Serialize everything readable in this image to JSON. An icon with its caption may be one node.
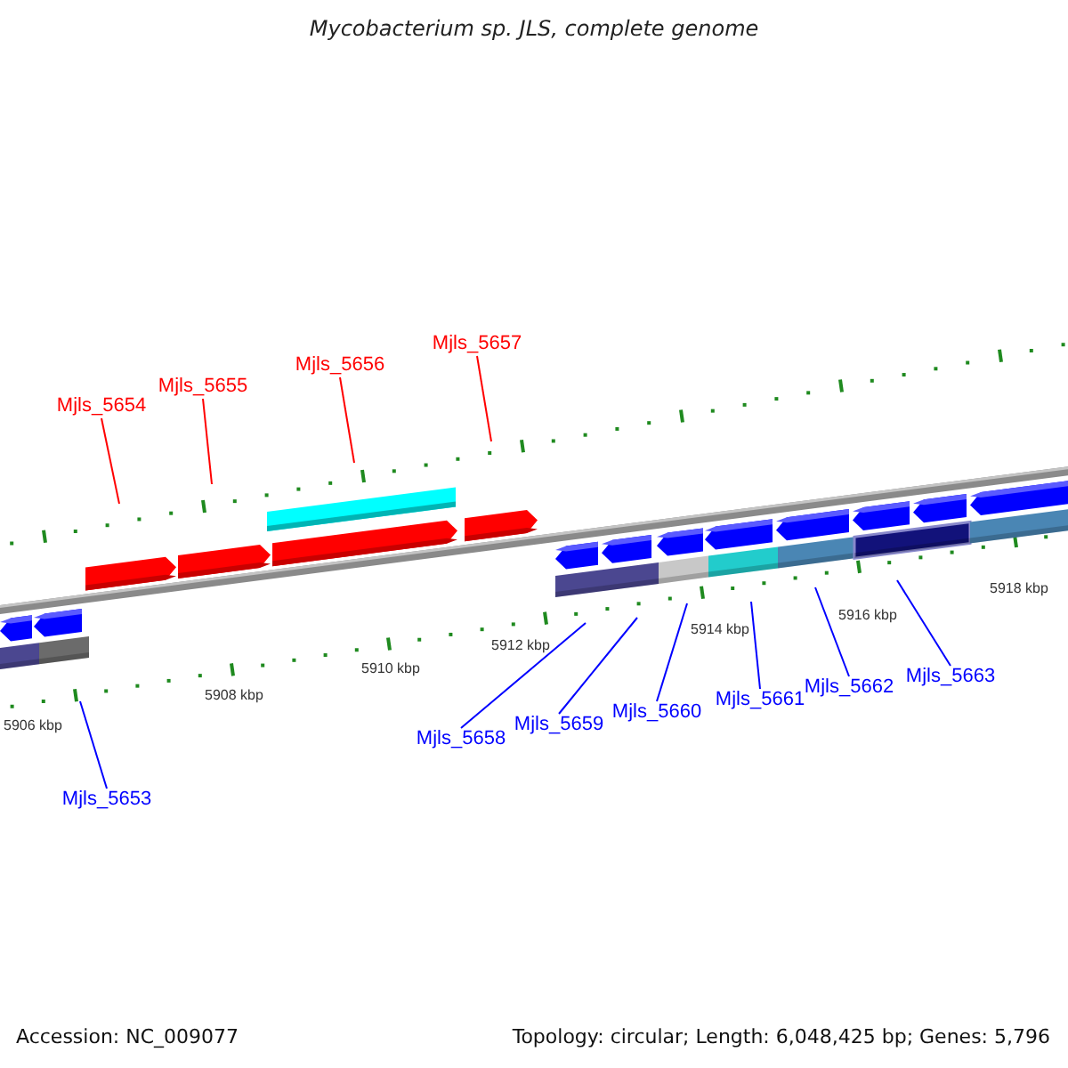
{
  "diagram": {
    "title": "Mycobacterium sp. JLS, complete genome",
    "nodes": [
      {
        "text": [
          "Mjls_5654"
        ]
      },
      {
        "text": [
          "Mjls_5655"
        ]
      },
      {
        "text": [
          "Mjls_5656"
        ]
      },
      {
        "text": [
          "Mjls_5657"
        ]
      },
      {
        "text": [
          "Mjls_5653"
        ]
      },
      {
        "text": [
          "Mjls_5658"
        ]
      },
      {
        "text": [
          "Mjls_5659"
        ]
      },
      {
        "text": [
          "Mjls_5660"
        ]
      },
      {
        "text": [
          "Mjls_5661"
        ]
      },
      {
        "text": [
          "Mjls_5662"
        ]
      },
      {
        "text": [
          "Mjls_5663"
        ]
      }
    ],
    "edges": [
      {
        "from": 0,
        "to": null,
        "arrow": "none",
        "color": "#ff0000"
      },
      {
        "from": 1,
        "to": null,
        "arrow": "none",
        "color": "#ff0000"
      },
      {
        "from": 2,
        "to": null,
        "arrow": "none",
        "color": "#ff0000"
      },
      {
        "from": 3,
        "to": null,
        "arrow": "none",
        "color": "#ff0000"
      },
      {
        "from": 4,
        "to": null,
        "arrow": "none"
      },
      {
        "from": 5,
        "to": null,
        "arrow": "none"
      },
      {
        "from": 6,
        "to": null,
        "arrow": "none"
      },
      {
        "from": 7,
        "to": null,
        "arrow": "none"
      },
      {
        "from": 8,
        "to": null,
        "arrow": "none"
      },
      {
        "from": 9,
        "to": null,
        "arrow": "none"
      },
      {
        "from": 10,
        "to": null,
        "arrow": "none"
      }
    ],
    "labels": [
      "5906 kbp",
      "5908 kbp",
      "5910 kbp",
      "5912 kbp",
      "5914 kbp",
      "5916 kbp",
      "5918 kbp",
      "Accession: NC_009077",
      "Topology: circular; Length: 6,048,425 bp; Genes: 5,796"
    ]
  }
}
